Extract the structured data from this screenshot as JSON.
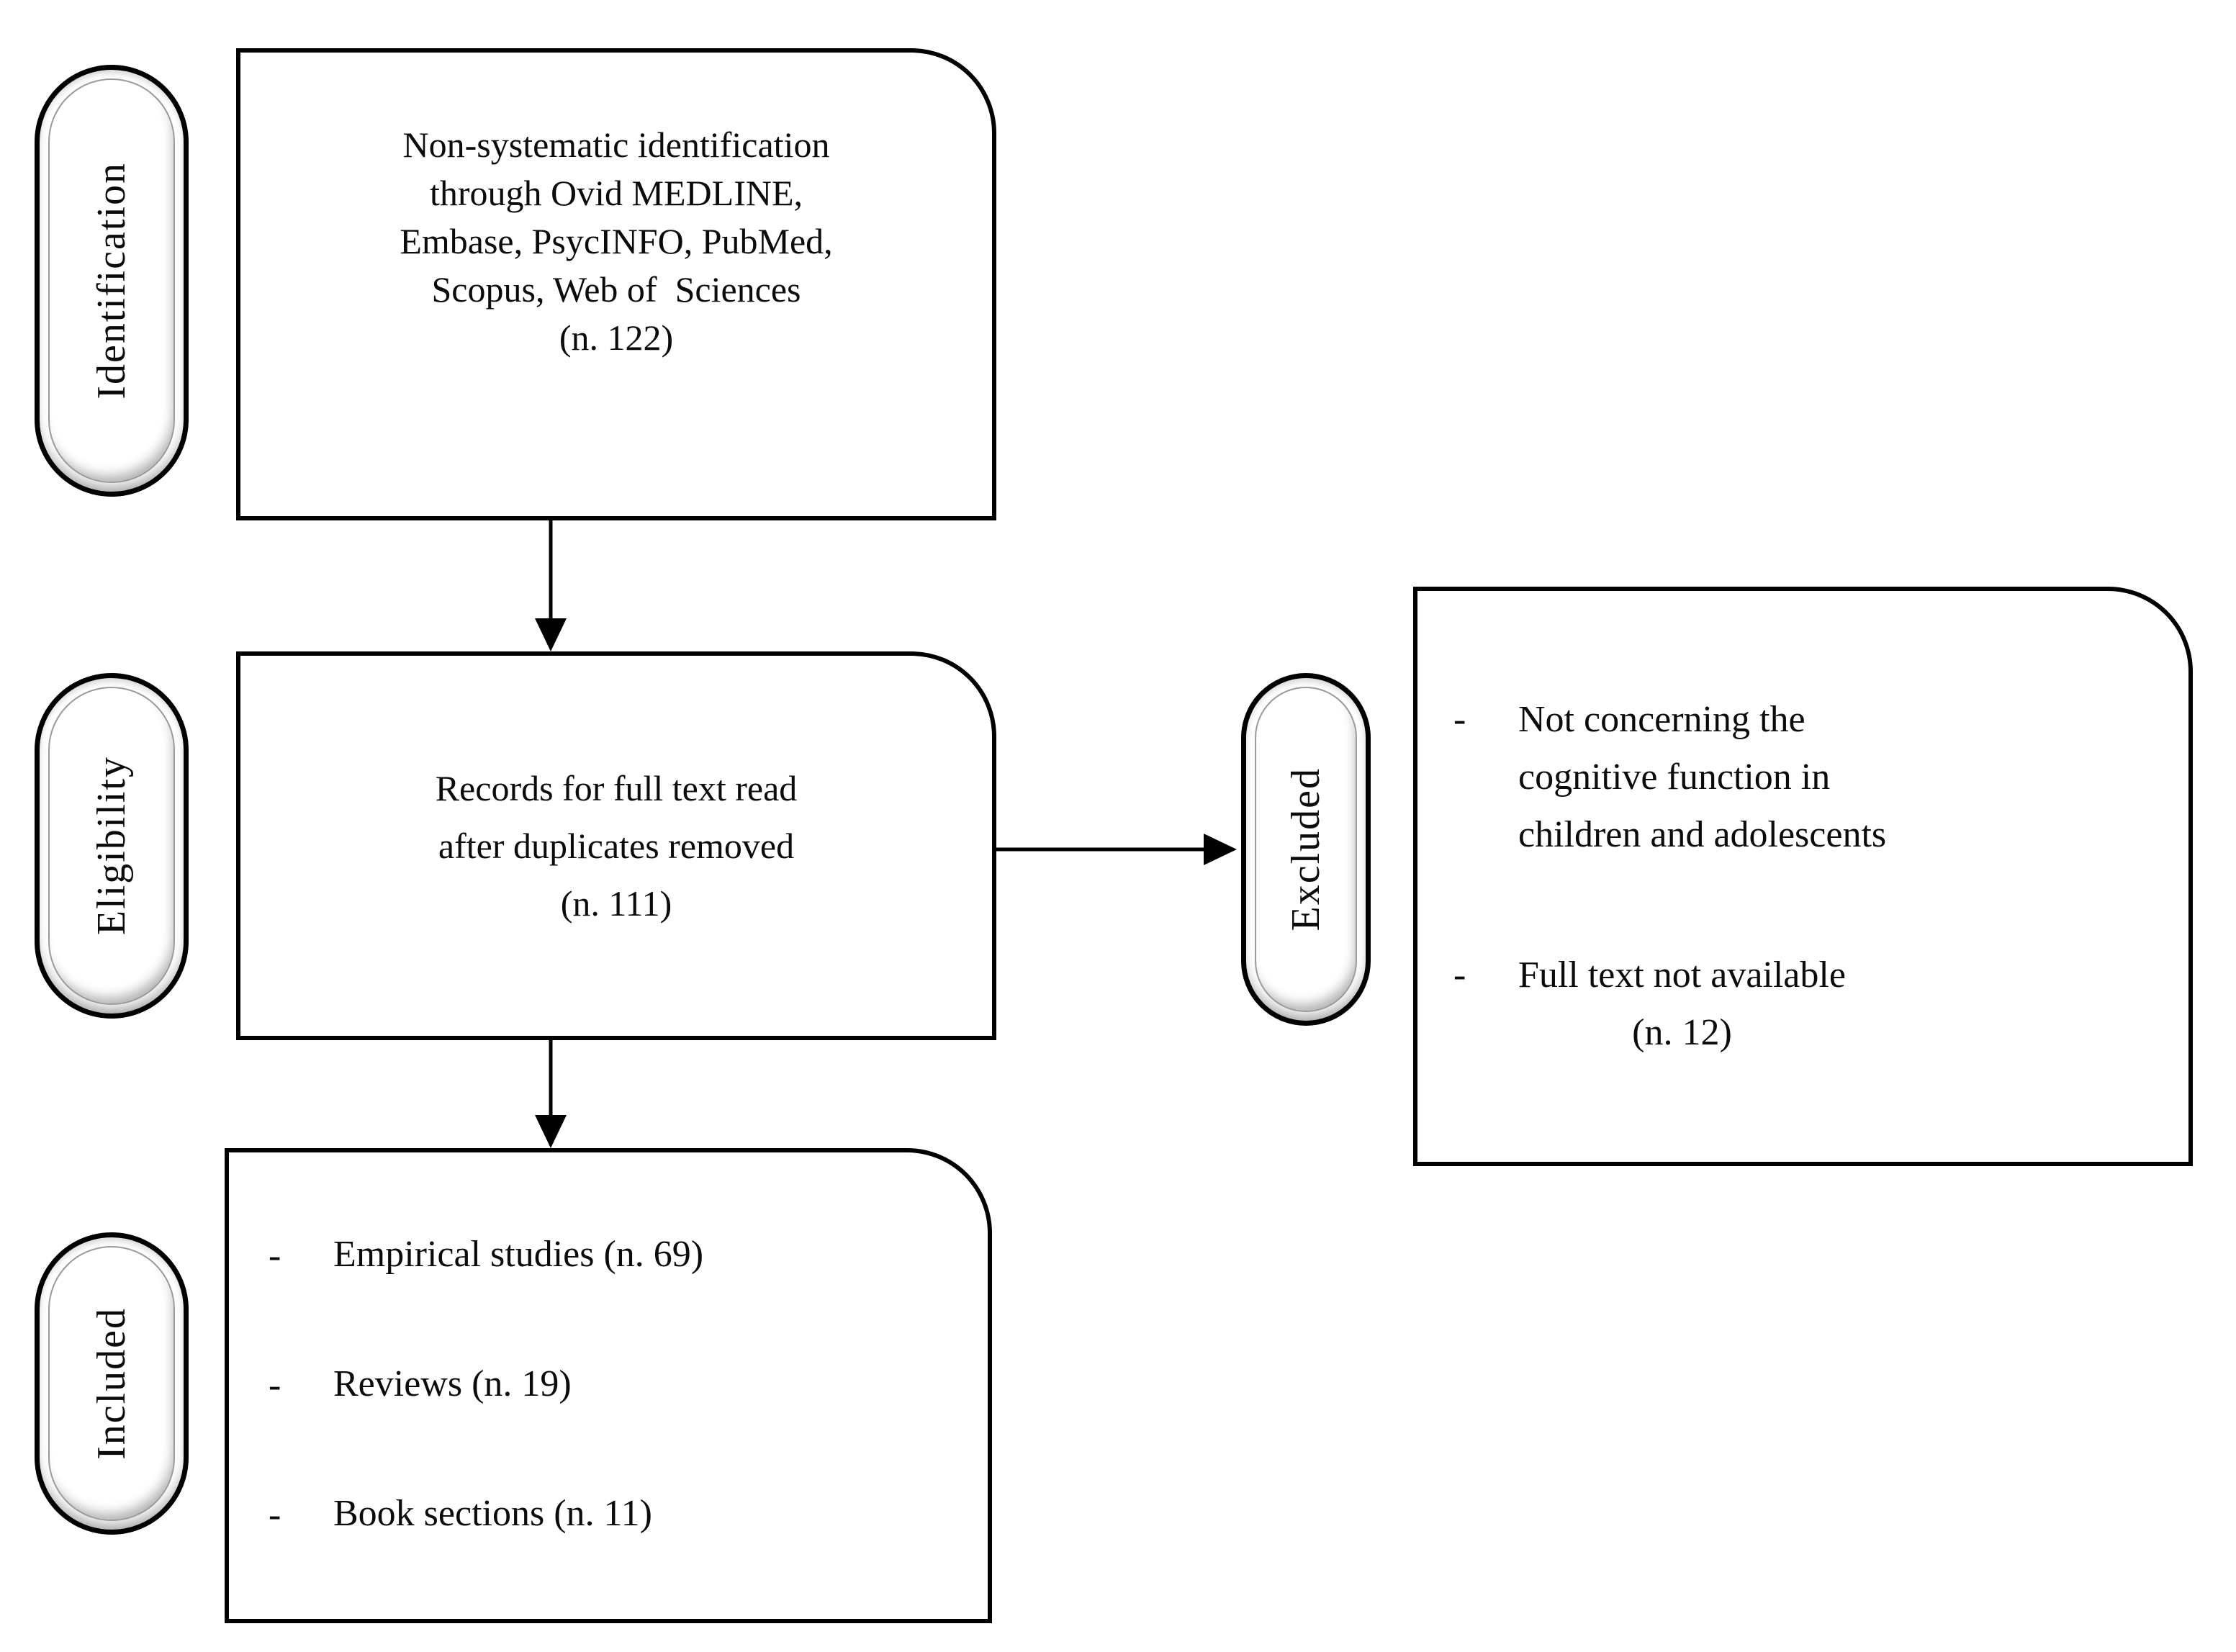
{
  "bullet_char": "-",
  "stages": [
    {
      "label": "Identification"
    },
    {
      "label": "Eligibility"
    },
    {
      "label": "Included"
    }
  ],
  "excluded": {
    "label": "Excluded"
  },
  "identification_box": {
    "lines": [
      "Non-systematic identification",
      "through Ovid MEDLINE,",
      "Embase, PsycINFO, PubMed,",
      "Scopus, Web of  Sciences"
    ],
    "count": "(n. 122)"
  },
  "eligibility_box": {
    "lines": [
      "Records for full text read",
      "after duplicates removed"
    ],
    "count": "(n. 111)"
  },
  "excluded_box": {
    "bullets": [
      {
        "lines": [
          "Not concerning the",
          "cognitive function in",
          "children and adolescents"
        ]
      },
      {
        "lines": [
          "Full text not available"
        ],
        "count": "(n. 12)"
      }
    ]
  },
  "included_box": {
    "items": [
      "Empirical studies (n. 69)",
      "Reviews (n. 19)",
      "Book sections (n. 11)"
    ]
  }
}
